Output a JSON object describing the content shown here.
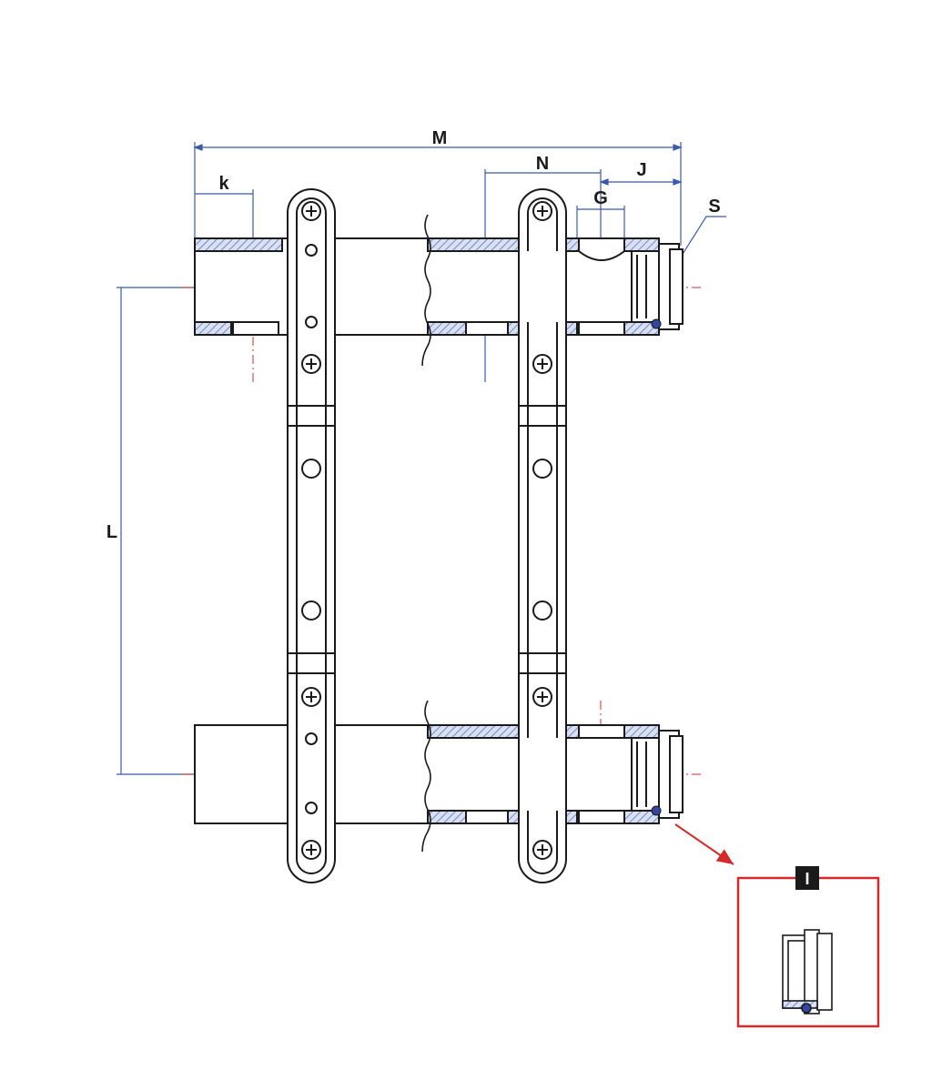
{
  "labels": {
    "M": "M",
    "N": "N",
    "J": "J",
    "k": "k",
    "G": "G",
    "S": "S",
    "L": "L"
  },
  "detail": {
    "label": "I",
    "frame_color": "#d42a2a"
  },
  "colors": {
    "line": "#1a1a1a",
    "dimension": "#3b5ba8",
    "centerline": "#d42a2a",
    "hatch": "#6b84c4",
    "seal": "#3346a0"
  }
}
